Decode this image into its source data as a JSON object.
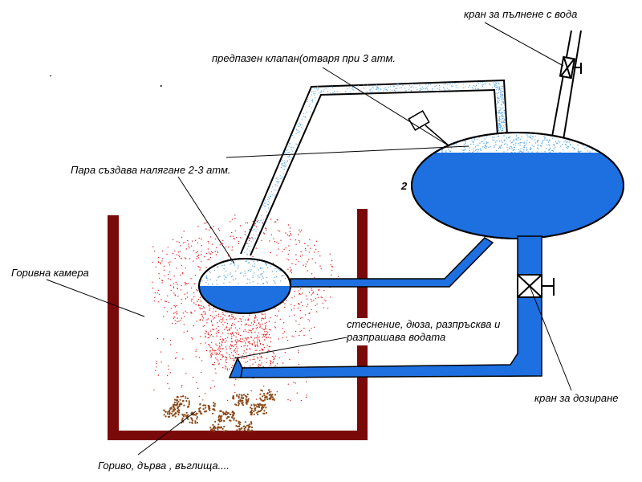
{
  "labels": {
    "fill_valve": "кран за пълнене с  вода",
    "safety_valve": "предпазен клапан(отваря при 3 атм.",
    "steam_pressure": "Пара създава налягане 2-3 атм.",
    "tank_number": "2",
    "combustion_chamber": "Горивна камера",
    "nozzle_line1": "стеснение, дюза, разпръсква и",
    "nozzle_line2": "разпрашава водата",
    "dosing_valve": "кран за дозиране",
    "fuel": "Гориво, дърва , въглища...."
  },
  "colors": {
    "water": "#1e6fe0",
    "steam": "#5aa8e6",
    "flame": "#e02020",
    "chamber_wall": "#7a0a0a",
    "fuel": "#8a4a1a"
  }
}
